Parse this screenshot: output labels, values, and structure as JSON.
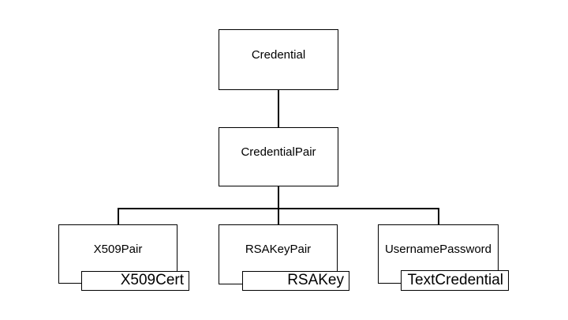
{
  "diagram": {
    "type": "class-hierarchy",
    "background": "#ffffff",
    "colors": {
      "box_border": "#000000",
      "box_fill": "#ffffff",
      "line": "#000000",
      "text": "#000000"
    },
    "nodes": {
      "credential": {
        "label": "Credential"
      },
      "credential_pair": {
        "label": "CredentialPair"
      },
      "x509_pair": {
        "label": "X509Pair"
      },
      "rsa_key_pair": {
        "label": "RSAKeyPair"
      },
      "username_password": {
        "label": "UsernamePassword"
      },
      "x509_cert": {
        "label": "X509Cert"
      },
      "rsa_key": {
        "label": "RSAKey"
      },
      "text_credential": {
        "label": "TextCredential"
      }
    },
    "edges": [
      {
        "from": "Credential",
        "to": "CredentialPair"
      },
      {
        "from": "CredentialPair",
        "to": "X509Pair"
      },
      {
        "from": "CredentialPair",
        "to": "RSAKeyPair"
      },
      {
        "from": "CredentialPair",
        "to": "UsernamePassword"
      }
    ],
    "overlays": [
      {
        "parent": "X509Pair",
        "child": "X509Cert"
      },
      {
        "parent": "RSAKeyPair",
        "child": "RSAKey"
      },
      {
        "parent": "UsernamePassword",
        "child": "TextCredential"
      }
    ]
  }
}
